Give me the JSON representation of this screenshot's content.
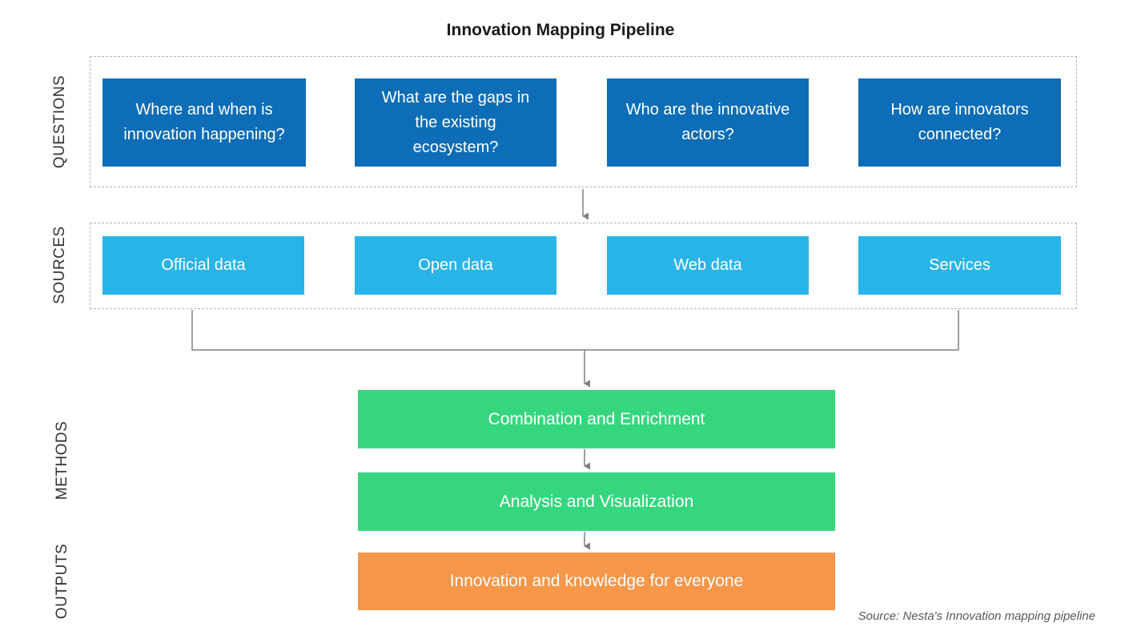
{
  "title": "Innovation Mapping Pipeline",
  "source_note": "Source: Nesta's Innovation mapping pipeline",
  "colors": {
    "question_box": "#0d6db6",
    "source_box": "#29b4e8",
    "method_box": "#36d67f",
    "output_box": "#f69648",
    "connector": "#808080",
    "dashed_border": "#b5b5b5",
    "row_label_text": "#333333",
    "box_text": "#ffffff"
  },
  "rows": {
    "questions": {
      "label": "QUESTIONS",
      "items": [
        "Where and when is innovation happening?",
        "What are the gaps in the existing ecosystem?",
        "Who are the innovative actors?",
        "How are innovators connected?"
      ]
    },
    "sources": {
      "label": "SOURCES",
      "items": [
        "Official data",
        "Open data",
        "Web data",
        "Services"
      ]
    },
    "methods": {
      "label": "METHODS",
      "items": [
        "Combination and Enrichment",
        "Analysis and Visualization"
      ]
    },
    "outputs": {
      "label": "OUTPUTS",
      "items": [
        "Innovation and knowledge for everyone"
      ]
    }
  }
}
